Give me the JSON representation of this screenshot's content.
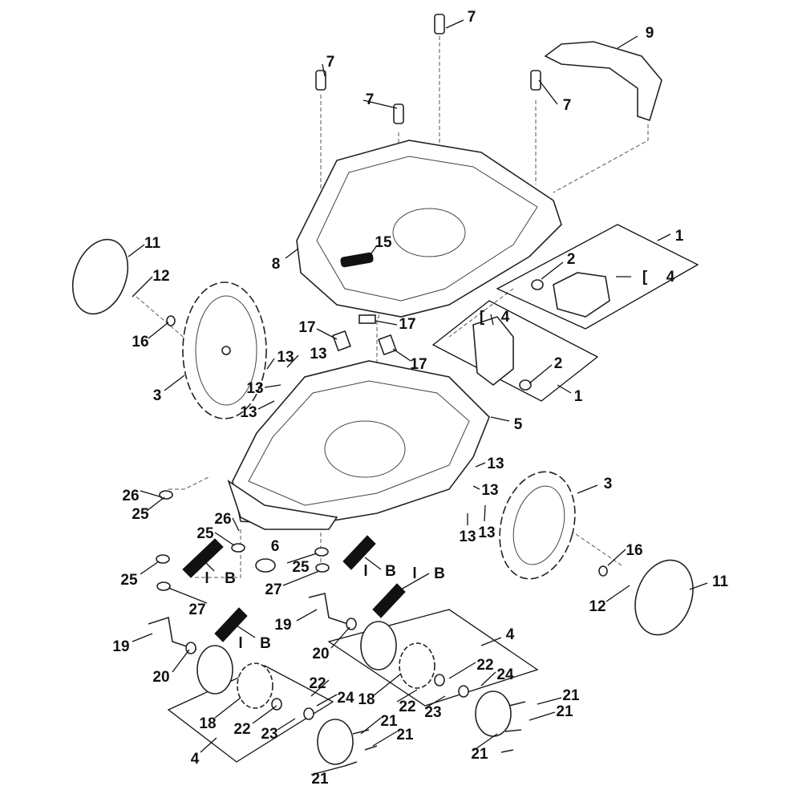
{
  "labels": {
    "n1": "1",
    "n2": "2",
    "n3": "3",
    "n4": "4",
    "n5": "5",
    "n6": "6",
    "n7": "7",
    "n8": "8",
    "n9": "9",
    "n11": "11",
    "n12": "12",
    "n13": "13",
    "n15": "15",
    "n16": "16",
    "n17": "17",
    "n18": "18",
    "n19": "19",
    "n20": "20",
    "n21": "21",
    "n22": "22",
    "n23": "23",
    "n24": "24",
    "n25": "25",
    "n26": "26",
    "n27": "27",
    "bracket": "[",
    "lub_l": "l",
    "lub_b": "B"
  }
}
